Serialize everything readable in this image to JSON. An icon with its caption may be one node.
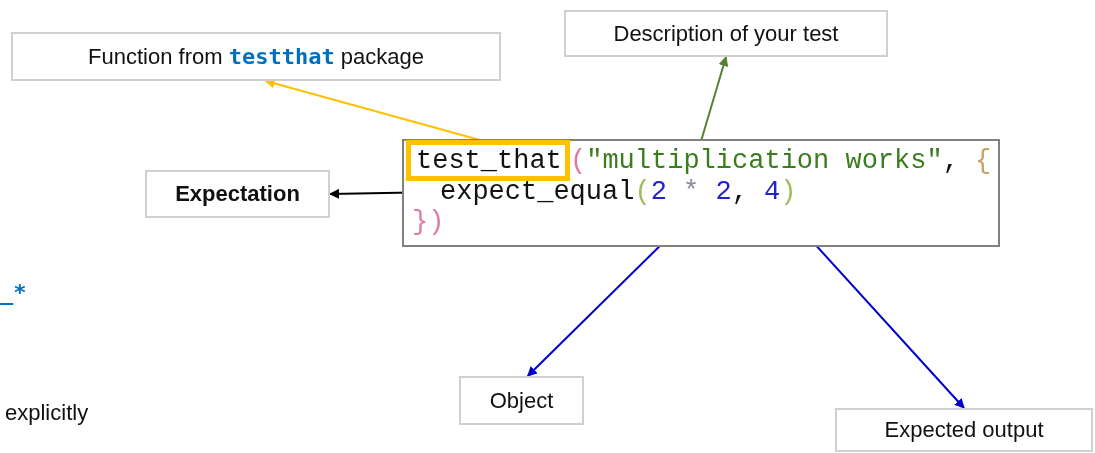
{
  "diagram": {
    "nodes": [
      {
        "text": [
          "Function from **testthat** package"
        ]
      },
      {
        "text": [
          "Description of your test"
        ]
      },
      {
        "text": [],
        "shape": "box"
      },
      {
        "text": [
          "test_that"
        ],
        "in": 2
      },
      {
        "text": [
          "(\"multiplication works\", {"
        ],
        "in": 2
      },
      {
        "text": [
          "expect_equal(2 * 2, 4)"
        ],
        "in": 2
      },
      {
        "text": [
          "})"
        ],
        "in": 2
      },
      {
        "text": [
          "Expectation"
        ]
      },
      {
        "text": [
          "Object"
        ]
      },
      {
        "text": [
          "Expected output"
        ]
      }
    ],
    "edges": [
      {
        "from": 3,
        "to": 0,
        "arrow": "to",
        "color": "#ffc000"
      },
      {
        "from": 4,
        "to": 1,
        "arrow": "to",
        "color": "#548235"
      },
      {
        "from": 5,
        "to": 7,
        "arrow": "to",
        "color": "#000000"
      },
      {
        "from": 5,
        "to": 8,
        "arrow": "to",
        "color": "#0000cc"
      },
      {
        "from": 5,
        "to": 9,
        "arrow": "to",
        "color": "#0000cc"
      }
    ],
    "labels": [
      "_*",
      "explicitly"
    ]
  }
}
